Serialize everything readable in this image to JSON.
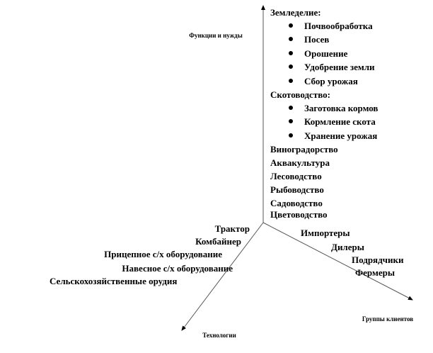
{
  "axes": {
    "functions": "Функции и нужды",
    "technologies": "Технологии",
    "customers": "Группы клиентов"
  },
  "functions": {
    "farming": "Земледелие:",
    "farming_items": [
      "Почвообработка",
      "Посев",
      "Орошение",
      "Удобрение земли",
      "Сбор урожая"
    ],
    "livestock": "Скотоводство:",
    "livestock_items": [
      "Заготовка кормов",
      "Кормление скота",
      "Хранение урожая"
    ],
    "other": [
      "Виноградорство",
      "Аквакультура",
      "Лесоводство",
      "Рыбоводство",
      "Садоводство",
      "Цветоводство"
    ]
  },
  "technologies": [
    "Трактор",
    "Комбайнер",
    "Прицепное с/х оборудование",
    "Навесное с/х оборудование",
    "Сельскохозяйственные орудия"
  ],
  "customers": [
    "Импортеры",
    "Дилеры",
    "Подрядчики",
    "Фермеры"
  ]
}
